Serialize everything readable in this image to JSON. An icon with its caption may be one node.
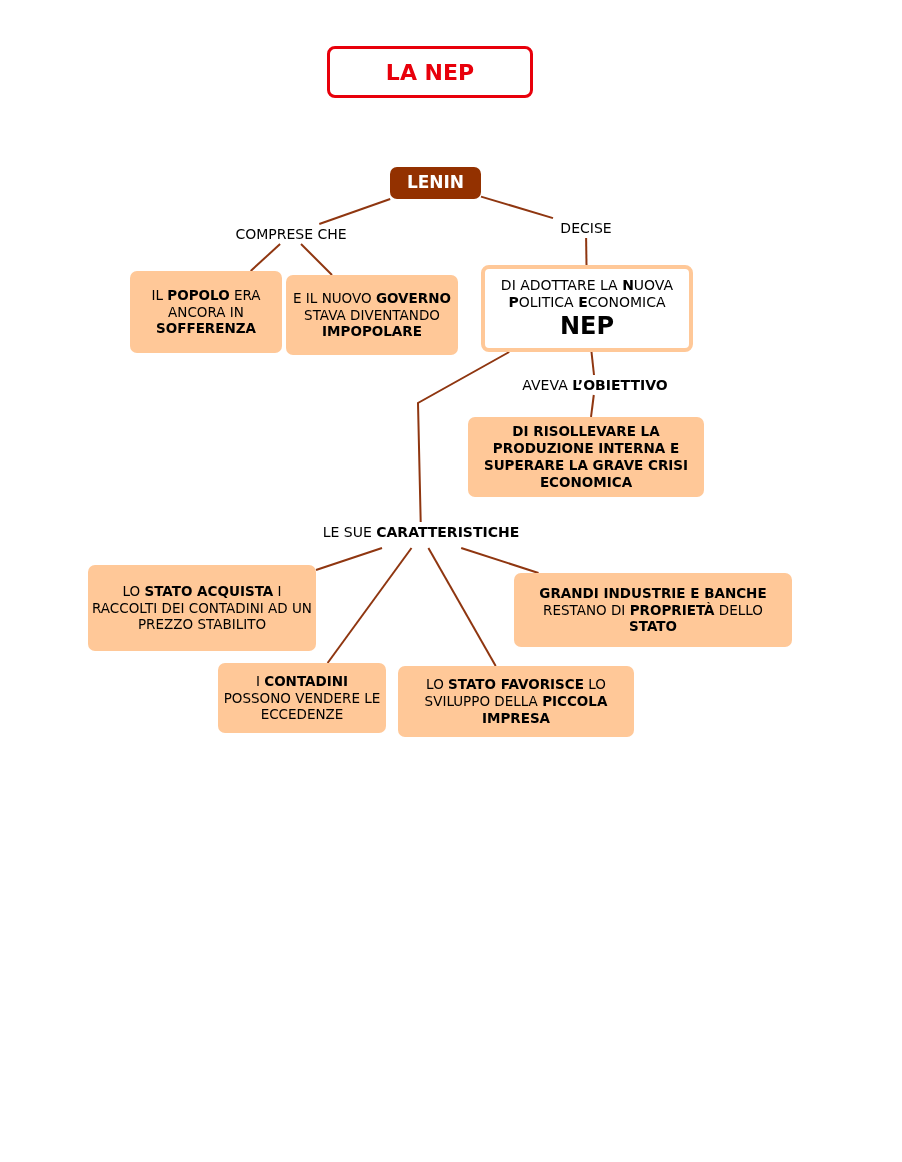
{
  "diagram": {
    "title": "LA NEP",
    "nodes": [
      {
        "text": [
          "LENIN"
        ]
      },
      {
        "text": [
          "COMPRESE CHE"
        ]
      },
      {
        "text": [
          "DECISE"
        ]
      },
      {
        "text": [
          "IL **POPOLO** ERA ANCORA IN **SOFFERENZA**"
        ]
      },
      {
        "text": [
          "E IL NUOVO **GOVERNO** STAVA DIVENTANDO **IMPOPOLARE**"
        ]
      },
      {
        "text": [
          "DI ADOTTARE LA **N**UOVA **P**OLITICA **E**CONOMICA",
          "NEP"
        ]
      },
      {
        "text": [
          "AVEVA **L’OBIETTIVO**"
        ]
      },
      {
        "text": [
          "DI RISOLLEVARE LA PRODUZIONE INTERNA E SUPERARE LA GRAVE CRISI ECONOMICA"
        ]
      },
      {
        "text": [
          "LE SUE **CARATTERISTICHE**"
        ]
      },
      {
        "text": [
          "LO **STATO ACQUISTA** I RACCOLTI DEI CONTADINI AD UN PREZZO STABILITO"
        ]
      },
      {
        "text": [
          "I **CONTADINI** POSSONO VENDERE LE ECCEDENZE"
        ]
      },
      {
        "text": [
          "LO **STATO FAVORISCE** LO SVILUPPO DELLA **PICCOLA IMPRESA**"
        ]
      },
      {
        "text": [
          "**GRANDI INDUSTRIE E BANCHE** RESTANO DI **PROPRIETÀ** DELLO **STATO**"
        ]
      }
    ],
    "edges": [
      {
        "from": 0,
        "to": 1,
        "arrow": "none"
      },
      {
        "from": 0,
        "to": 2,
        "arrow": "none"
      },
      {
        "from": 1,
        "to": 3,
        "arrow": "none"
      },
      {
        "from": 1,
        "to": 4,
        "arrow": "none"
      },
      {
        "from": 2,
        "to": 5,
        "arrow": "none"
      },
      {
        "from": 5,
        "to": 6,
        "arrow": "none"
      },
      {
        "from": 6,
        "to": 7,
        "arrow": "none"
      },
      {
        "from": 5,
        "to": 8,
        "arrow": "none"
      },
      {
        "from": 8,
        "to": 9,
        "arrow": "none"
      },
      {
        "from": 8,
        "to": 10,
        "arrow": "none"
      },
      {
        "from": 8,
        "to": 11,
        "arrow": "none"
      },
      {
        "from": 8,
        "to": 12,
        "arrow": "none"
      }
    ]
  }
}
